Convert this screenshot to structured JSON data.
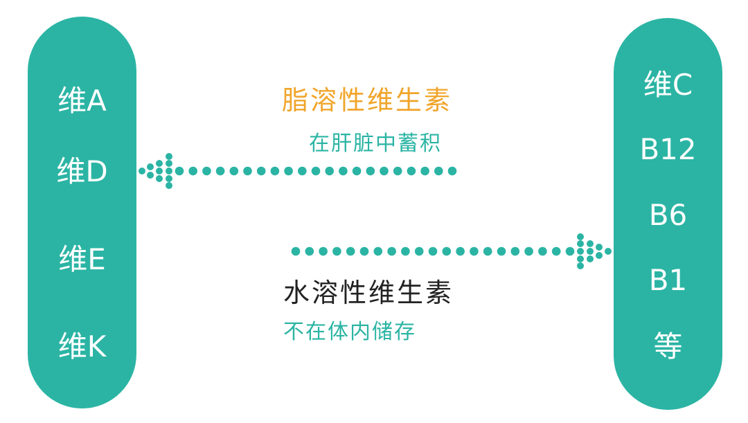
{
  "colors": {
    "teal": "#2bb4a4",
    "orange": "#f0a52b",
    "dark": "#222222",
    "white": "#ffffff"
  },
  "left_pill": {
    "items": [
      "维A",
      "维D",
      "维E",
      "维K"
    ]
  },
  "right_pill": {
    "items": [
      "维C",
      "B12",
      "B6",
      "B1",
      "等"
    ]
  },
  "fat_soluble": {
    "title": "脂溶性维生素",
    "subtitle": "在肝脏中蓄积",
    "arrow_direction": "left"
  },
  "water_soluble": {
    "title": "水溶性维生素",
    "subtitle": "不在体内储存",
    "arrow_direction": "right"
  }
}
